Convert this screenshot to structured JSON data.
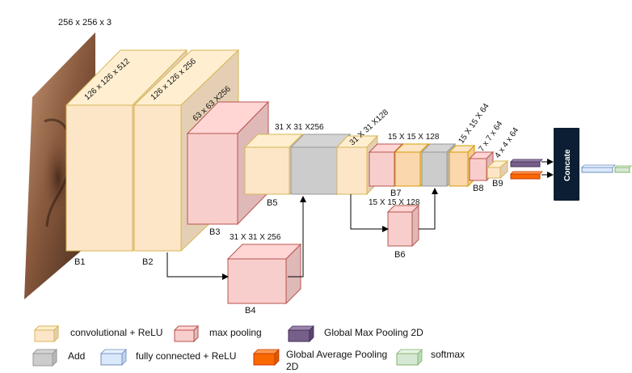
{
  "input": {
    "size": "256 x 256 x 3"
  },
  "blocks": {
    "b1": {
      "label": "B1",
      "dims": "126 x 126 x 512"
    },
    "b2": {
      "label": "B2",
      "dims": "126 x 126 x 256"
    },
    "b3": {
      "label": "B3",
      "dims": "63 x 63 X256"
    },
    "b4": {
      "label": "B4",
      "dims": "31 X 31 X 256"
    },
    "b5": {
      "label": "B5",
      "dims": "31 X 31 X256"
    },
    "b6": {
      "label": "B6",
      "dims": "15 X 15 X 128"
    },
    "b7": {
      "label": "B7",
      "dims": "15 X 15 X 128"
    },
    "b8": {
      "label": "B8",
      "dims": "15 X 15 X 64"
    },
    "b9": {
      "label": "B9",
      "dims": "7 x 7 x 64"
    },
    "b10": {
      "dims": "4 x 4 x 64"
    },
    "b_add2": {
      "dims": "31 X 31 X128"
    }
  },
  "concat": {
    "label": "Concate"
  },
  "colors": {
    "conv": "#fde6c8",
    "conv_stroke": "#d6b656",
    "maxpool": "#f8cecc",
    "maxpool_stroke": "#b85450",
    "add": "#cccccc",
    "add_stroke": "#999999",
    "fc": "#dae8fc",
    "fc_stroke": "#6c8ebf",
    "gmp": "#76608a",
    "gap": "#fa6800",
    "softmax": "#d5e8d4",
    "softmax_stroke": "#82b366",
    "concat_bg": "#0b1e33"
  },
  "legend": {
    "conv": "convolutional + ReLU",
    "maxpool": "max pooling",
    "gmp": "Global Max Pooling 2D",
    "add": "Add",
    "fc": "fully connected + ReLU",
    "gap_line1": "Global Average Pooling",
    "gap_line2": "2D",
    "softmax": "softmax"
  }
}
